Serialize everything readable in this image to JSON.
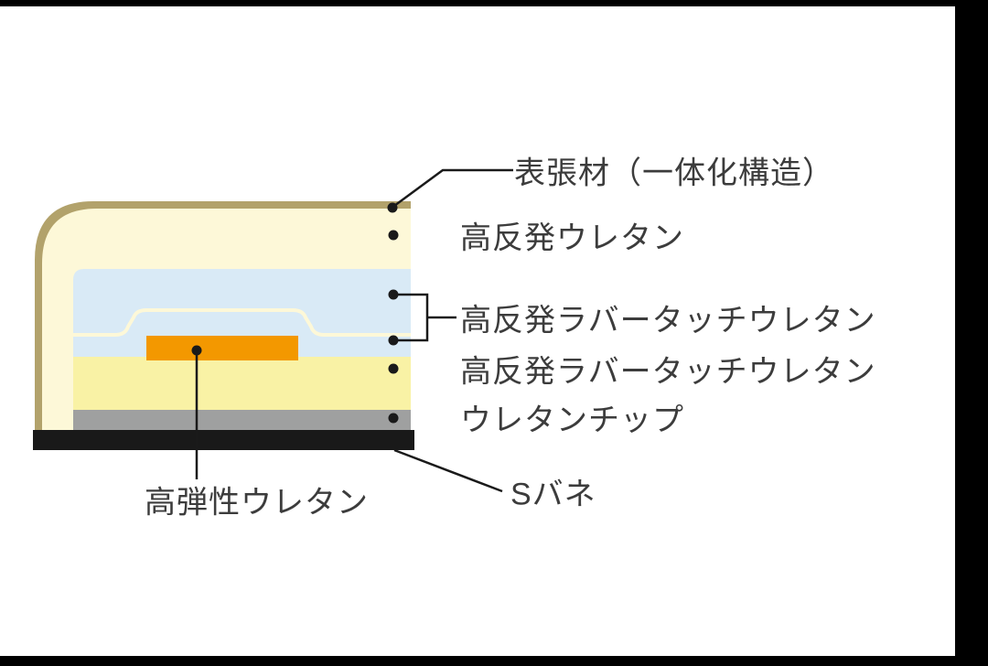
{
  "diagram": {
    "labels": {
      "cover": "表張材（一体化構造）",
      "top_urethane": "高反発ウレタン",
      "rubber_touch_1": "高反発ラバータッチウレタン",
      "rubber_touch_2": "高反発ラバータッチウレタン",
      "urethane_chip": "ウレタンチップ",
      "s_spring": "Sバネ",
      "core_urethane": "高弾性ウレタン"
    },
    "colors": {
      "cover_tan": "#b2a26b",
      "urethane_cream": "#fdf8d8",
      "rubber_touch_blue": "#d9eaf6",
      "rubber_touch_yellow": "#f9f2a5",
      "chip_gray": "#9fa0a0",
      "spring_black": "#191919",
      "core_orange": "#f39800",
      "leader_line": "#1a1a1a",
      "label_text": "#3c3c3c",
      "background": "#ffffff",
      "letterbox": "#000000"
    }
  }
}
